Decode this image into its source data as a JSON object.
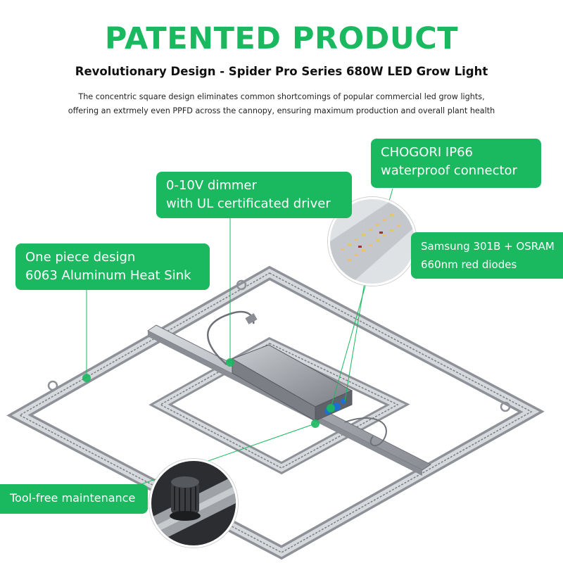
{
  "header": {
    "title": "PATENTED PRODUCT",
    "subtitle": "Revolutionary Design - Spider Pro Series 680W LED Grow Light",
    "description_line1": "The concentric square design eliminates common shortcomings of popular commercial led grow lights,",
    "description_line2": "offering an extrmely even PPFD across the cannopy, ensuring maximum production and overall plant health"
  },
  "callouts": {
    "connector": {
      "line1": "CHOGORI IP66",
      "line2": "waterproof connector"
    },
    "dimmer": {
      "line1": "0-10V dimmer",
      "line2": "with UL certificated driver"
    },
    "heatsink": {
      "line1": "One piece design",
      "line2": "6063 Aluminum Heat Sink"
    },
    "diodes": {
      "line1": "Samsung 301B + OSRAM",
      "line2": "660nm red diodes"
    },
    "maintenance": {
      "line1": "Tool-free maintenance"
    }
  },
  "colors": {
    "accent": "#1ab85f",
    "frame": "#a9adb2",
    "frame_dark": "#6e7278",
    "leader_dot": "#1ab85f"
  }
}
